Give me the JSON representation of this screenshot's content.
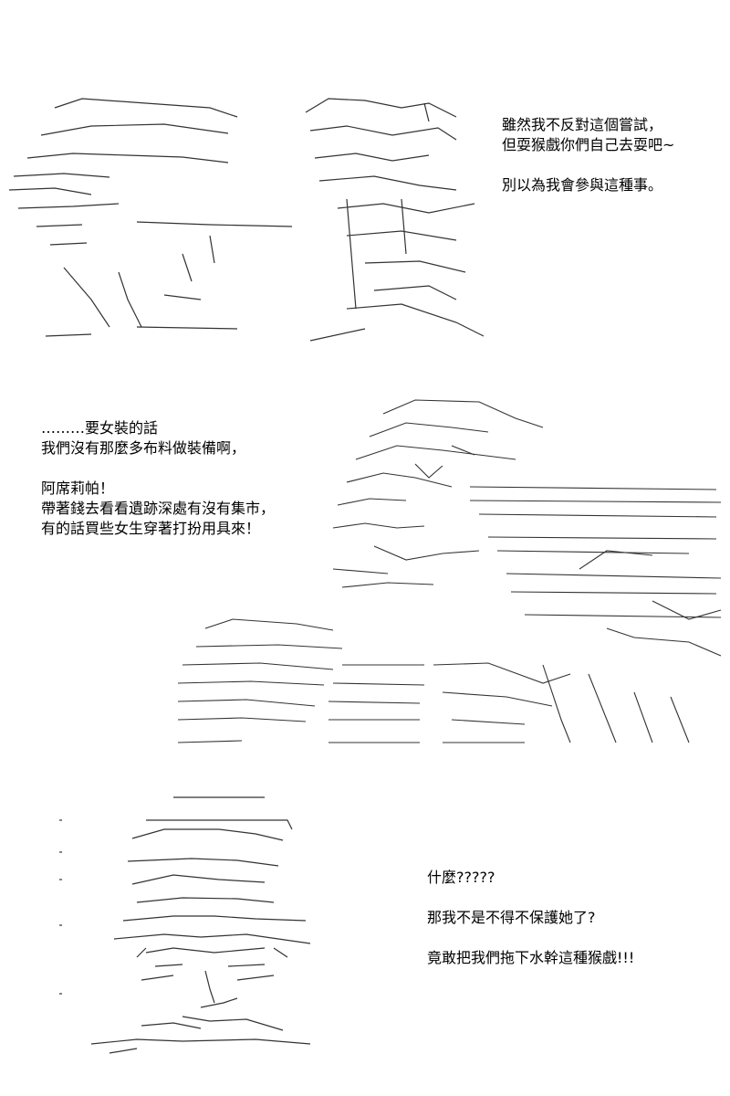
{
  "page": {
    "background": "#ffffff",
    "text_color": "#000000"
  },
  "panels": [
    {
      "id": "panel-1",
      "art_name": "ascii-art-figures-tree",
      "dialogue": [
        "雖然我不反對這個嘗試，",
        "但耍猴戲你們自己去耍吧~",
        "",
        "別以為我會參與這種事。"
      ]
    },
    {
      "id": "panel-2",
      "art_name": "ascii-art-girl-and-ruins",
      "dialogue": [
        "………要女裝的話",
        "我們沒有那麼多布料做裝備啊，",
        "",
        "阿席莉帕！",
        "帶著錢去看看遺跡深處有沒有集市，",
        "有的話買些女生穿著打扮用具來！"
      ]
    },
    {
      "id": "panel-3",
      "art_name": "ascii-art-shocked-boy",
      "dialogue": [
        "什麼?????",
        "",
        "那我不是不得不保護她了?",
        "",
        "竟敢把我們拖下水幹這種猴戲!!!"
      ]
    }
  ]
}
